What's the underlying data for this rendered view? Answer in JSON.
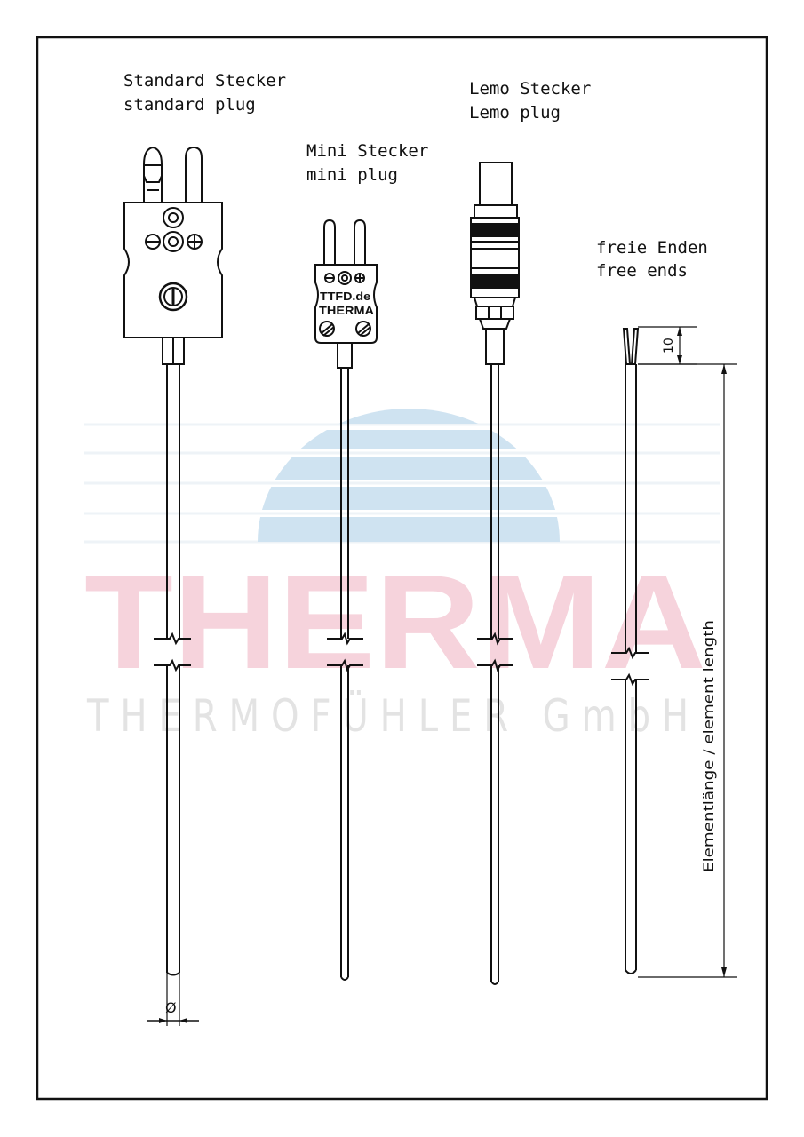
{
  "labels": {
    "standard_de": "Standard Stecker",
    "standard_en": "standard plug",
    "mini_de": "Mini Stecker",
    "mini_en": "mini plug",
    "lemo_de": "Lemo Stecker",
    "lemo_en": "Lemo plug",
    "free_de": "freie Enden",
    "free_en": "free ends"
  },
  "dimensions": {
    "diameter_symbol": "Ø",
    "free_end_length": "10",
    "element_length": "Elementlänge / element length"
  },
  "mini_plug_text": {
    "line1": "TTFD.de",
    "line2": "THERMA"
  },
  "watermark": {
    "brand": "THERMA",
    "subtitle": "THERMOFÜHLER GmbH"
  },
  "colors": {
    "line": "#111111",
    "watermark_pink": "#f6d3dc",
    "watermark_blue": "#cfe3f1",
    "watermark_grey": "#e3e3e3"
  }
}
